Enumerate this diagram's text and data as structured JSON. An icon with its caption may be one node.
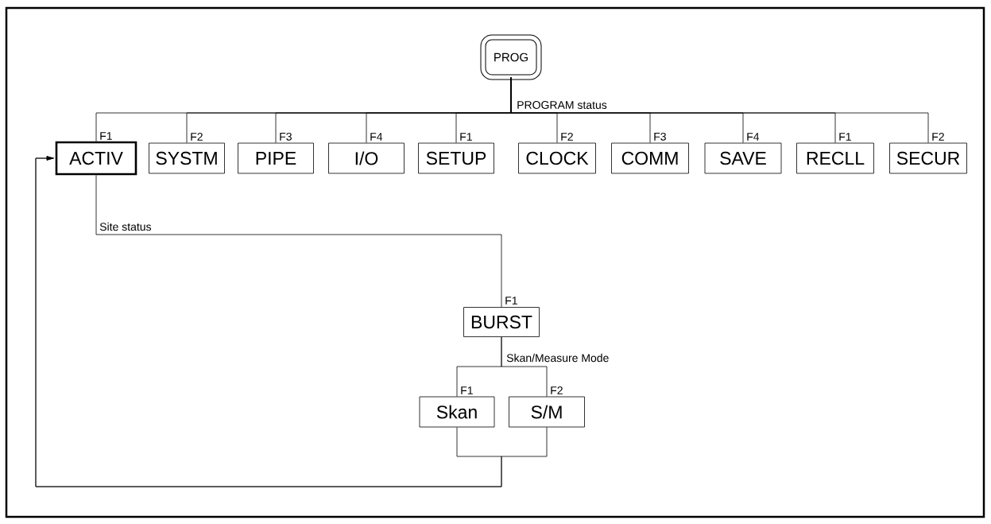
{
  "diagram": {
    "nodes": [
      {
        "text": [
          "PROG"
        ]
      },
      {
        "text": [
          "ACTIV"
        ],
        "beside": [
          "F1"
        ]
      },
      {
        "text": [
          "SYSTM"
        ],
        "beside": [
          "F2"
        ]
      },
      {
        "text": [
          "PIPE"
        ],
        "beside": [
          "F3"
        ]
      },
      {
        "text": [
          "I/O"
        ],
        "beside": [
          "F4"
        ]
      },
      {
        "text": [
          "SETUP"
        ],
        "beside": [
          "F1"
        ]
      },
      {
        "text": [
          "CLOCK"
        ],
        "beside": [
          "F2"
        ]
      },
      {
        "text": [
          "COMM"
        ],
        "beside": [
          "F3"
        ]
      },
      {
        "text": [
          "SAVE"
        ],
        "beside": [
          "F4"
        ]
      },
      {
        "text": [
          "RECLL"
        ],
        "beside": [
          "F1"
        ]
      },
      {
        "text": [
          "SECUR"
        ],
        "beside": [
          "F2"
        ]
      },
      {
        "text": [
          "BURST"
        ],
        "beside": [
          "F1"
        ]
      },
      {
        "text": [
          "Skan"
        ],
        "beside": [
          "F1"
        ]
      },
      {
        "text": [
          "S/M"
        ],
        "beside": [
          "F2"
        ]
      }
    ],
    "edges": [
      {
        "from": 0,
        "to": 1,
        "arrow": "none"
      },
      {
        "from": 0,
        "to": 2,
        "arrow": "none"
      },
      {
        "from": 0,
        "to": 3,
        "arrow": "none"
      },
      {
        "from": 0,
        "to": 4,
        "arrow": "none"
      },
      {
        "from": 0,
        "to": 5,
        "arrow": "none"
      },
      {
        "from": 0,
        "to": 6,
        "arrow": "none"
      },
      {
        "from": 0,
        "to": 7,
        "arrow": "none"
      },
      {
        "from": 0,
        "to": 8,
        "arrow": "none"
      },
      {
        "from": 0,
        "to": 9,
        "arrow": "none"
      },
      {
        "from": 0,
        "to": 10,
        "arrow": "none"
      },
      {
        "from": 1,
        "to": 11,
        "arrow": "none"
      },
      {
        "from": 11,
        "to": 12,
        "arrow": "none"
      },
      {
        "from": 11,
        "to": 13,
        "arrow": "none"
      },
      {
        "from": 12,
        "to": 1,
        "arrow": "to"
      },
      {
        "from": 13,
        "to": 1,
        "arrow": "to"
      }
    ],
    "labels": [
      "PROGRAM status",
      "Site status",
      "Skan/Measure Mode"
    ]
  }
}
